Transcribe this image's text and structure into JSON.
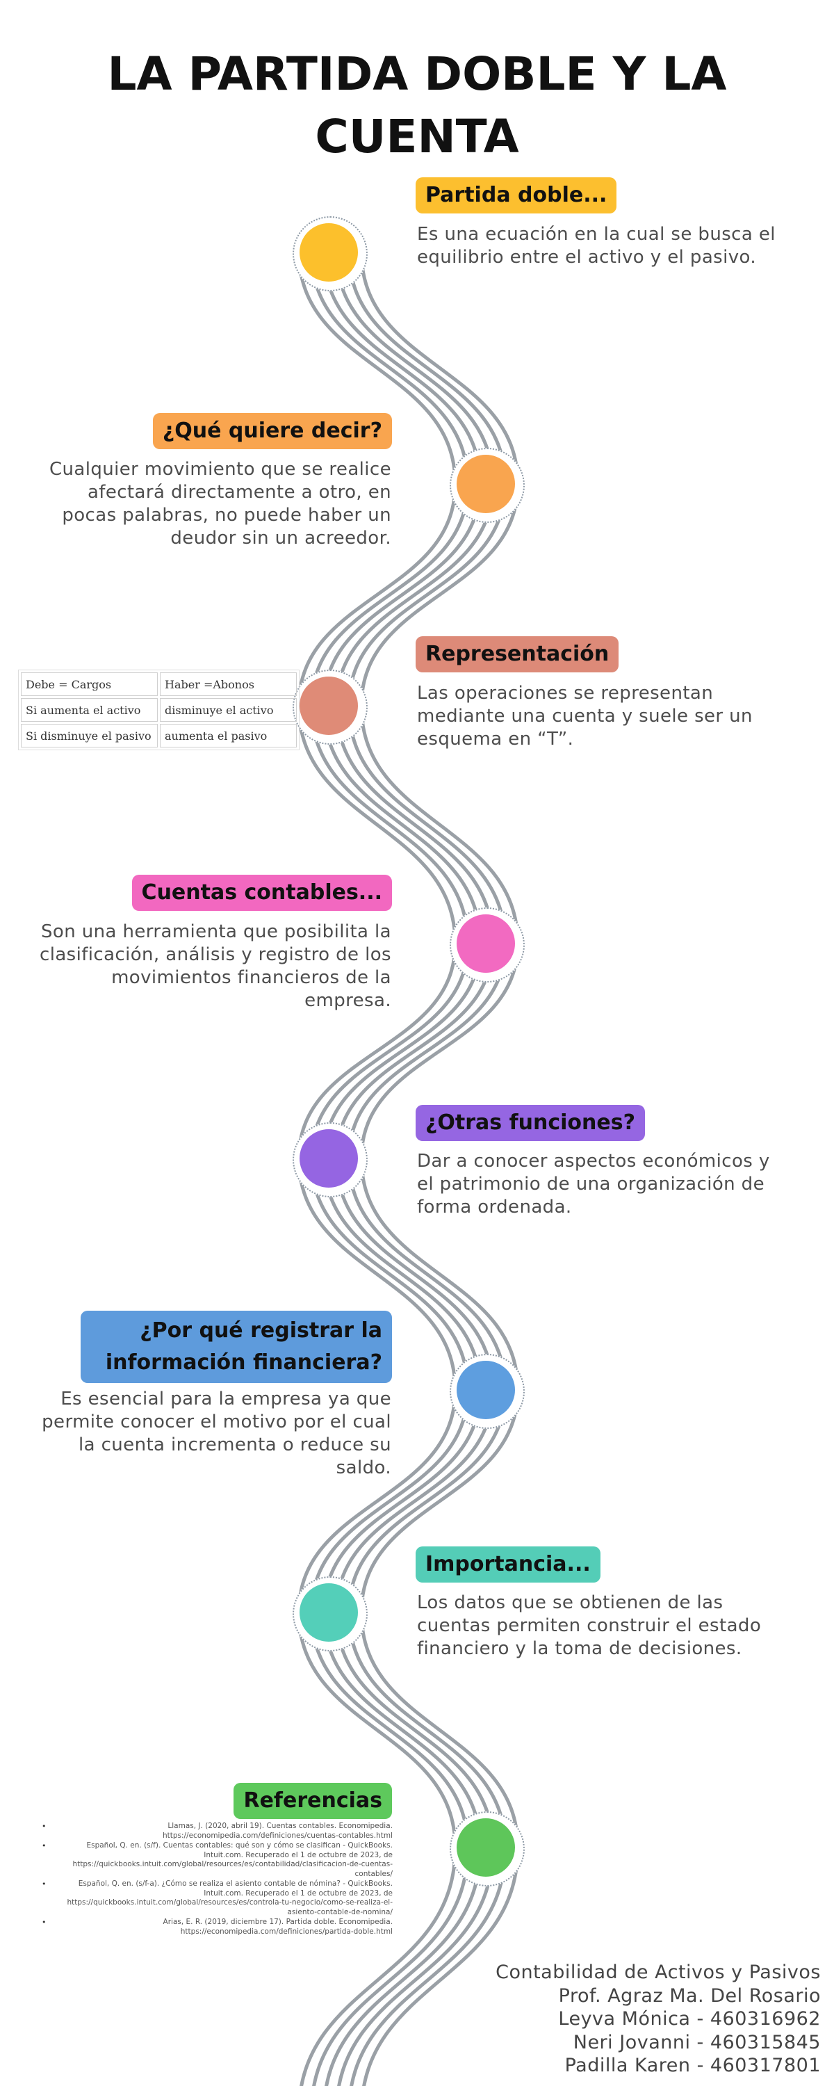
{
  "title": "LA PARTIDA DOBLE Y LA CUENTA",
  "sections": [
    {
      "heading": "Partida doble...",
      "text": "Es una ecuación en la cual se busca el equilibrio entre el activo y el pasivo.",
      "color": "#fcbf2f",
      "dot_color": "#fcc02c"
    },
    {
      "heading": "¿Qué quiere decir?",
      "text": "Cualquier movimiento que se realice afectará directamente a otro, en pocas palabras, no puede haber un deudor sin un acreedor.",
      "color": "#f9a54f",
      "dot_color": "#f9a54f"
    },
    {
      "heading": "Representación",
      "text": "Las operaciones se representan mediante una cuenta y suele ser un esquema en “T”.",
      "color": "#dd8a78",
      "dot_color": "#df8b77"
    },
    {
      "heading": "Cuentas contables...",
      "text": "Son una herramienta que posibilita la clasificación, análisis y registro de los movimientos financieros de la empresa.",
      "color": "#f268c0",
      "dot_color": "#f26ac1"
    },
    {
      "heading": "¿Otras funciones?",
      "text": "Dar a conocer aspectos económicos y el patrimonio de una organización de forma ordenada.",
      "color": "#9566e2",
      "dot_color": "#9565e2"
    },
    {
      "heading": "¿Por qué registrar la información financiera?",
      "text": "Es esencial para la empresa ya que permite conocer el motivo por el cual la cuenta incrementa o reduce su saldo.",
      "color": "#5e9bdc",
      "dot_color": "#5e9edf"
    },
    {
      "heading": "Importancia...",
      "text": "Los datos que se obtienen de las cuentas permiten construir el estado financiero y la toma de decisiones.",
      "color": "#54cdb7",
      "dot_color": "#54cfb9"
    },
    {
      "heading": "Referencias",
      "text": "",
      "color": "#5ec95c",
      "dot_color": "#5ec65a"
    }
  ],
  "t_table": [
    [
      "Debe = Cargos",
      "Haber =Abonos"
    ],
    [
      "Si aumenta el activo",
      "disminuye el activo"
    ],
    [
      "Si disminuye el pasivo",
      "aumenta el pasivo"
    ]
  ],
  "references": [
    "Llamas, J. (2020, abril 19). Cuentas contables. Economipedia. https://economipedia.com/definiciones/cuentas-contables.html",
    "Español, Q. en. (s/f). Cuentas contables: qué son y cómo se clasifican - QuickBooks. Intuit.com. Recuperado el 1 de octubre de 2023, de https://quickbooks.intuit.com/global/resources/es/contabilidad/clasificacion-de-cuentas-contables/",
    "Español, Q. en. (s/f-a). ¿Cómo se realiza el asiento contable de nómina? - QuickBooks. Intuit.com. Recuperado el 1 de octubre de 2023, de https://quickbooks.intuit.com/global/resources/es/controla-tu-negocio/como-se-realiza-el-asiento-contable-de-nomina/",
    "Arias, E. R. (2019, diciembre 17). Partida doble. Economipedia. https://economipedia.com/definiciones/partida-doble.html"
  ],
  "credits": [
    "Contabilidad de Activos y Pasivos",
    "Prof. Agraz Ma. Del Rosario",
    "Leyva Mónica - 460316962",
    "Neri Jovanni - 460315845",
    "Padilla Karen - 460317801"
  ],
  "colors": {
    "road": "#9aa0a6",
    "title": "#111111",
    "body_text": "#4d4d4d"
  }
}
